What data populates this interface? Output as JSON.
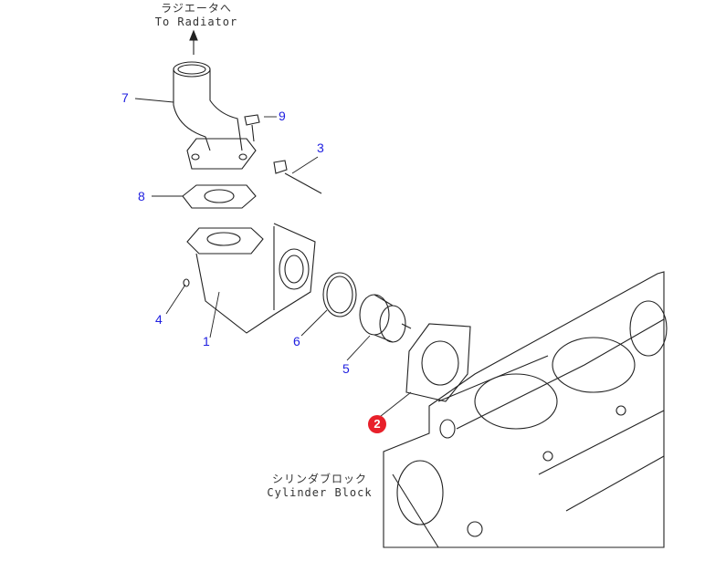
{
  "notes": {
    "radiator_jp": "ラジエータへ",
    "radiator_en": "To Radiator",
    "block_jp": "シリンダブロック",
    "block_en": "Cylinder Block"
  },
  "callouts": [
    "1",
    "3",
    "4",
    "5",
    "6",
    "7",
    "8",
    "9"
  ],
  "highlighted_callout": "2",
  "colors": {
    "callout": "#2020e0",
    "highlight": "#e8202a"
  }
}
